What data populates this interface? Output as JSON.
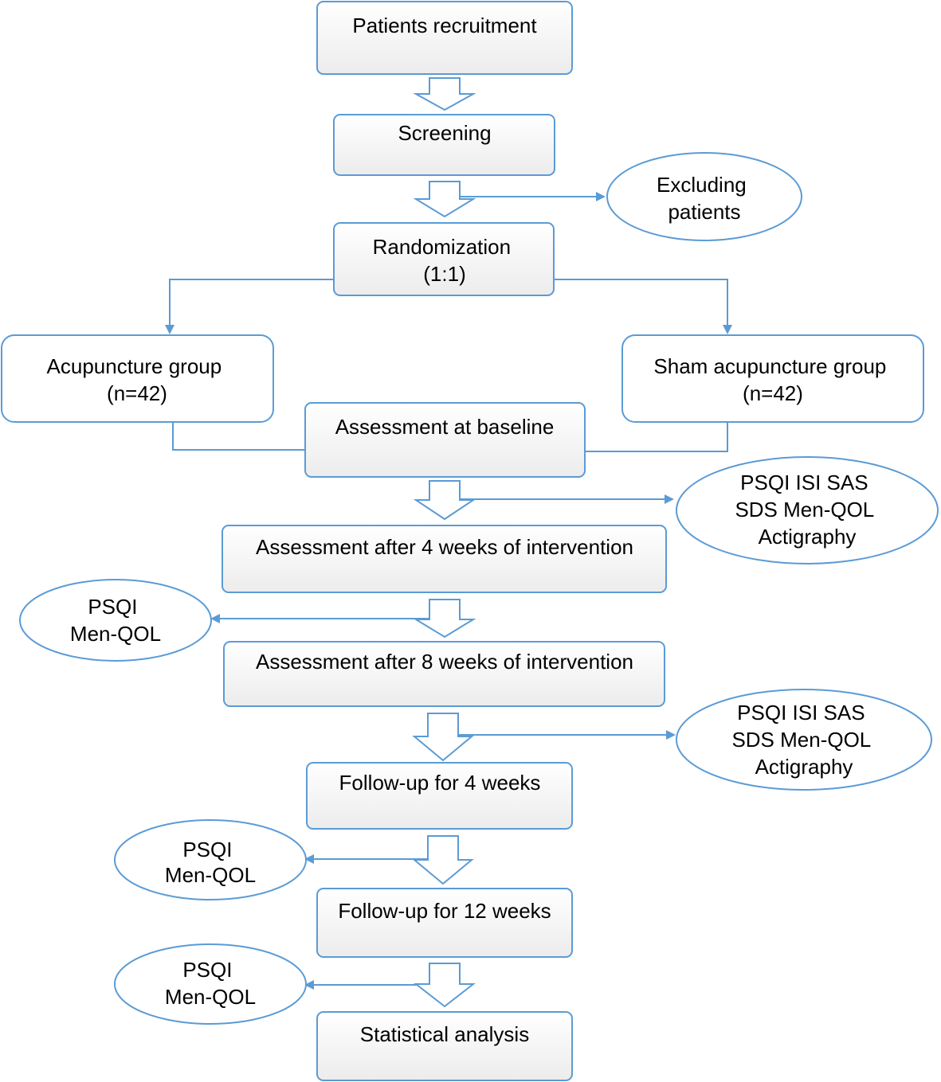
{
  "colors": {
    "stroke": "#5b9bd5",
    "box_fill_top": "#ffffff",
    "box_fill_bottom": "#eeeeee",
    "text": "#000000"
  },
  "boxes": {
    "recruitment": "Patients recruitment",
    "screening": "Screening",
    "randomization": [
      "Randomization",
      "(1:1)"
    ],
    "acupuncture": [
      "Acupuncture group",
      "(n=42)"
    ],
    "sham": [
      "Sham acupuncture group",
      "(n=42)"
    ],
    "baseline": "Assessment at baseline",
    "week4": "Assessment after 4 weeks of intervention",
    "week8": "Assessment after 8 weeks of intervention",
    "followup4": "Follow-up for 4 weeks",
    "followup12": "Follow-up for 12 weeks",
    "analysis": "Statistical analysis"
  },
  "ellipses": {
    "excluding": [
      "Excluding",
      "patients"
    ],
    "baseline_measures": [
      "PSQI ISI SAS",
      "SDS Men-QOL",
      "Actigraphy"
    ],
    "week4_measures": [
      "PSQI",
      "Men-QOL"
    ],
    "week8_measures": [
      "PSQI ISI SAS",
      "SDS Men-QOL",
      "Actigraphy"
    ],
    "followup4_measures": [
      "PSQI",
      "Men-QOL"
    ],
    "followup12_measures": [
      "PSQI",
      "Men-QOL"
    ]
  }
}
